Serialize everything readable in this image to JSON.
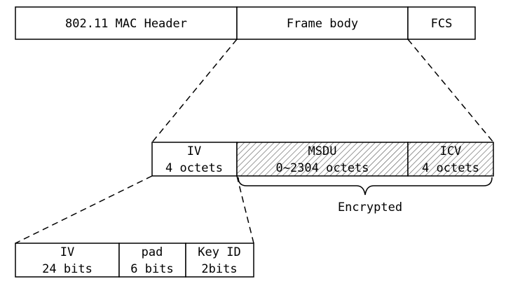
{
  "frame": {
    "header": "802.11 MAC Header",
    "body": "Frame body",
    "fcs": "FCS"
  },
  "encrypted_body": {
    "iv": {
      "name": "IV",
      "size": "4 octets"
    },
    "msdu": {
      "name": "MSDU",
      "size": "0~2304 octets"
    },
    "icv": {
      "name": "ICV",
      "size": "4 octets"
    },
    "encrypted_label": "Encrypted"
  },
  "iv_detail": {
    "iv": {
      "name": "IV",
      "size": "24 bits"
    },
    "pad": {
      "name": "pad",
      "size": "6 bits"
    },
    "key_id": {
      "name": "Key ID",
      "size": "2bits"
    }
  },
  "colors": {
    "stroke": "#000000",
    "background": "#ffffff"
  }
}
